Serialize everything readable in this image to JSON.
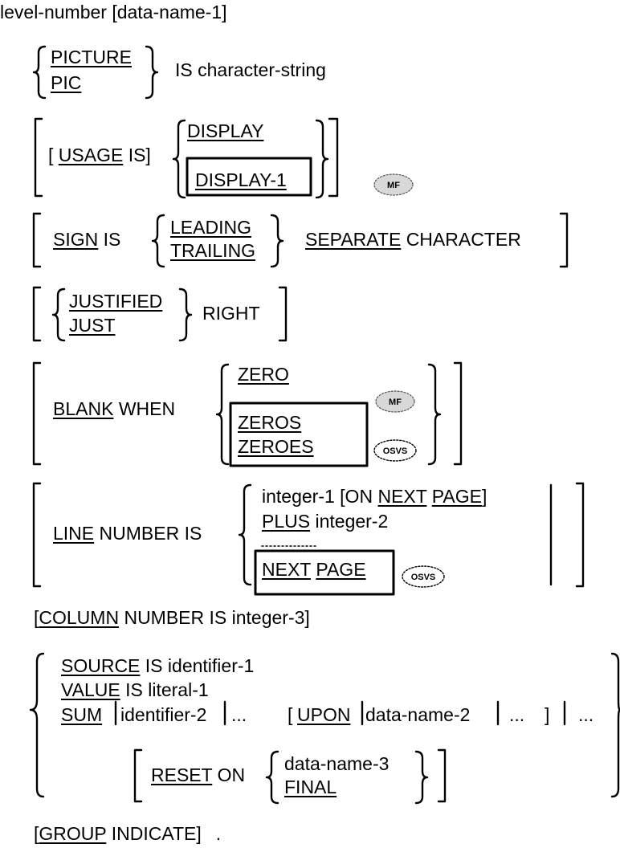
{
  "header": {
    "line": "level-number [data-name-1]"
  },
  "picture": {
    "kw1": "PICTURE",
    "kw2": "PIC",
    "text": "IS character-string"
  },
  "usage": {
    "open": "[",
    "kw": "USAGE",
    "is": "IS]",
    "opt1": "DISPLAY",
    "opt2": "DISPLAY-1",
    "mark": "MF"
  },
  "sign": {
    "kw": "SIGN",
    "is": "IS",
    "opt1": "LEADING",
    "opt2": "TRAILING",
    "sep_kw": "SEPARATE",
    "char": "CHARACTER"
  },
  "justified": {
    "opt1": "JUSTIFIED",
    "opt2": "JUST",
    "right": "RIGHT"
  },
  "blank": {
    "kw": "BLANK",
    "when": "WHEN",
    "opt1": "ZERO",
    "opt2": "ZEROS",
    "opt3": "ZEROES",
    "mark_mf": "MF",
    "mark_osvs": "OSVS"
  },
  "line_number": {
    "kw": "LINE",
    "rest": "NUMBER IS",
    "opt1_a": "integer-1 [ON ",
    "opt1_next": "NEXT",
    "opt1_page": "PAGE",
    "opt1_end": "]",
    "opt2_kw": "PLUS",
    "opt2_rest": " integer-2",
    "opt3_next": "NEXT",
    "opt3_page": "PAGE",
    "mark_osvs": "OSVS"
  },
  "column": {
    "open": "[",
    "kw": "COLUMN",
    "rest": " NUMBER IS integer-3]"
  },
  "source": {
    "kw": "SOURCE",
    "rest": " IS identifier-1",
    "value_kw": "VALUE",
    "value_rest": " IS literal-1",
    "sum_kw": "SUM",
    "sum_rest": "identifier-2",
    "ellipsis1": "...",
    "upon_open": "[",
    "upon_kw": "UPON",
    "upon_rest": "data-name-2",
    "ellipsis2": "...",
    "close": "]",
    "ellipsis3": "...",
    "reset_kw": "RESET",
    "reset_on": " ON",
    "reset_opt1": "data-name-3",
    "reset_opt2": "FINAL"
  },
  "group": {
    "open": "[",
    "kw": "GROUP",
    "rest": " INDICATE]",
    "period": "."
  }
}
